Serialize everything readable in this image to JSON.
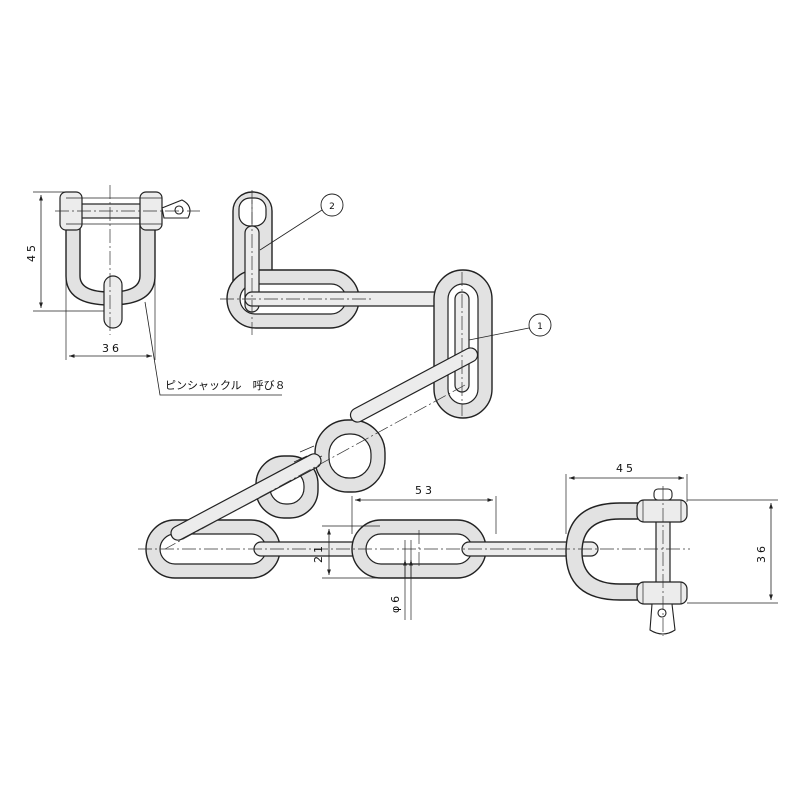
{
  "balloons": {
    "part1": "1",
    "part2": "2"
  },
  "dimensions": {
    "shackle_height": "45",
    "shackle_width": "36",
    "link_pitch": "53",
    "link_width": "21",
    "wire_diameter": "φ6",
    "end_shackle_length": "45",
    "end_shackle_width": "36"
  },
  "notes": {
    "pin_shackle": "ピンシャックル　呼び８"
  }
}
